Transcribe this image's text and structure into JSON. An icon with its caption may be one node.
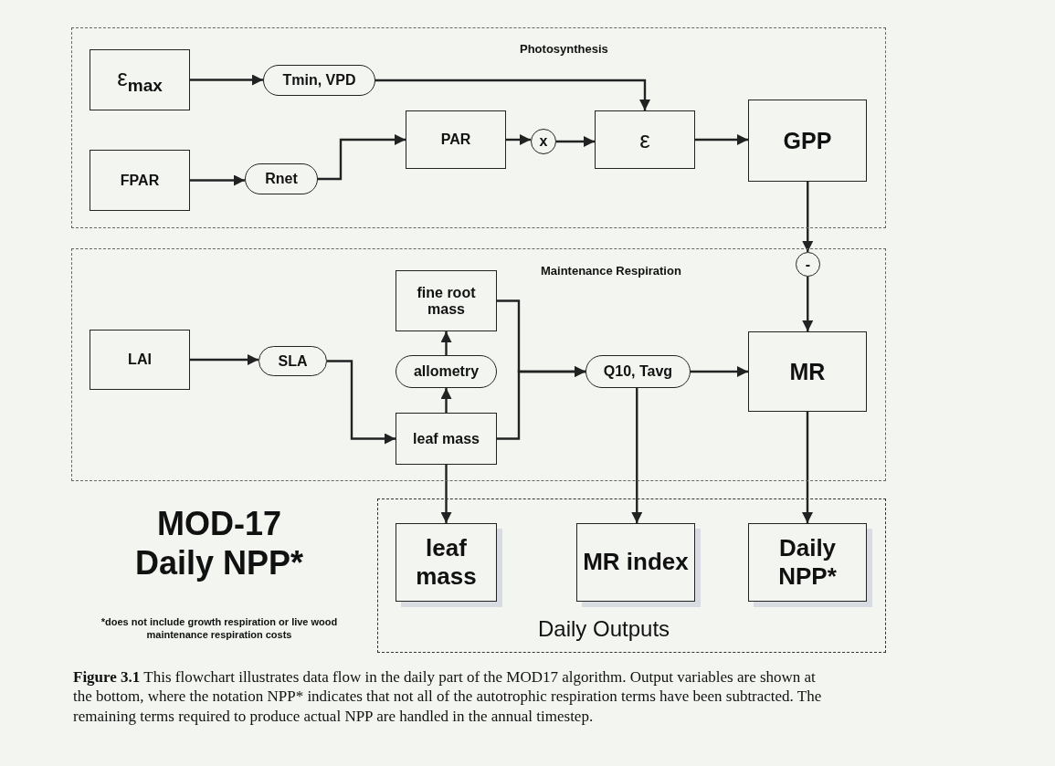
{
  "diagram": {
    "caption": "**Figure 3.1** This flowchart illustrates data flow in the daily part of the MOD17 algorithm. Output variables are shown at the bottom, where the notation NPP* indicates that not all of the autotrophic respiration terms have been subtracted. The remaining terms required to produce actual NPP are handled in the annual timestep.",
    "nodes": [
      {
        "text": [
          "Photosynthesis"
        ]
      },
      {
        "text": [
          "ε$_{max}$"
        ],
        "in": 0
      },
      {
        "text": [
          "Tmin, VPD"
        ],
        "in": 0
      },
      {
        "text": [
          "FPAR"
        ],
        "in": 0
      },
      {
        "text": [
          "Rnet"
        ],
        "in": 0
      },
      {
        "text": [
          "PAR"
        ],
        "in": 0
      },
      {
        "text": [
          "x"
        ],
        "in": 0
      },
      {
        "text": [
          "ε"
        ],
        "in": 0
      },
      {
        "text": [
          "GPP"
        ],
        "in": 0
      },
      {
        "text": [
          "Maintenance Respiration"
        ]
      },
      {
        "text": [
          "-"
        ],
        "in": 9
      },
      {
        "text": [
          "fine root mass"
        ],
        "in": 9
      },
      {
        "text": [
          "LAI"
        ],
        "in": 9
      },
      {
        "text": [
          "SLA"
        ],
        "in": 9
      },
      {
        "text": [
          "allometry"
        ],
        "in": 9
      },
      {
        "text": [
          "Q10, Tavg"
        ],
        "in": 9
      },
      {
        "text": [
          "leaf mass"
        ],
        "in": 9
      },
      {
        "text": [
          "MR"
        ],
        "in": 9
      },
      {
        "text": [
          "Daily Outputs"
        ]
      },
      {
        "text": [
          "leaf mass"
        ],
        "in": 18
      },
      {
        "text": [
          "MR index"
        ],
        "in": 18
      },
      {
        "text": [
          "Daily NPP*"
        ],
        "in": 18
      }
    ],
    "edges": [
      {
        "from": 1,
        "to": 2,
        "arrow": "to"
      },
      {
        "from": 2,
        "to": 7,
        "arrow": "to"
      },
      {
        "from": 3,
        "to": 4,
        "arrow": "to"
      },
      {
        "from": 4,
        "to": 5,
        "arrow": "to"
      },
      {
        "from": 5,
        "to": 6,
        "arrow": "to"
      },
      {
        "from": 6,
        "to": 7,
        "arrow": "to"
      },
      {
        "from": 7,
        "to": 8,
        "arrow": "to"
      },
      {
        "from": 8,
        "to": 10,
        "arrow": "to"
      },
      {
        "from": 10,
        "to": 17,
        "arrow": "to"
      },
      {
        "from": 12,
        "to": 13,
        "arrow": "to"
      },
      {
        "from": 13,
        "to": 16,
        "arrow": "to"
      },
      {
        "from": 16,
        "to": 14,
        "arrow": "to"
      },
      {
        "from": 14,
        "to": 11,
        "arrow": "to"
      },
      {
        "from": 11,
        "to": 15,
        "arrow": "to"
      },
      {
        "from": 16,
        "to": 15,
        "arrow": "to"
      },
      {
        "from": 15,
        "to": 17,
        "arrow": "to"
      },
      {
        "from": 16,
        "to": 19,
        "arrow": "to"
      },
      {
        "from": 15,
        "to": 20,
        "arrow": "to"
      },
      {
        "from": 17,
        "to": 21,
        "arrow": "to"
      }
    ],
    "labels": [
      "MOD-17 Daily NPP*",
      "*does not include growth respiration or live wood maintenance respiration costs"
    ]
  }
}
